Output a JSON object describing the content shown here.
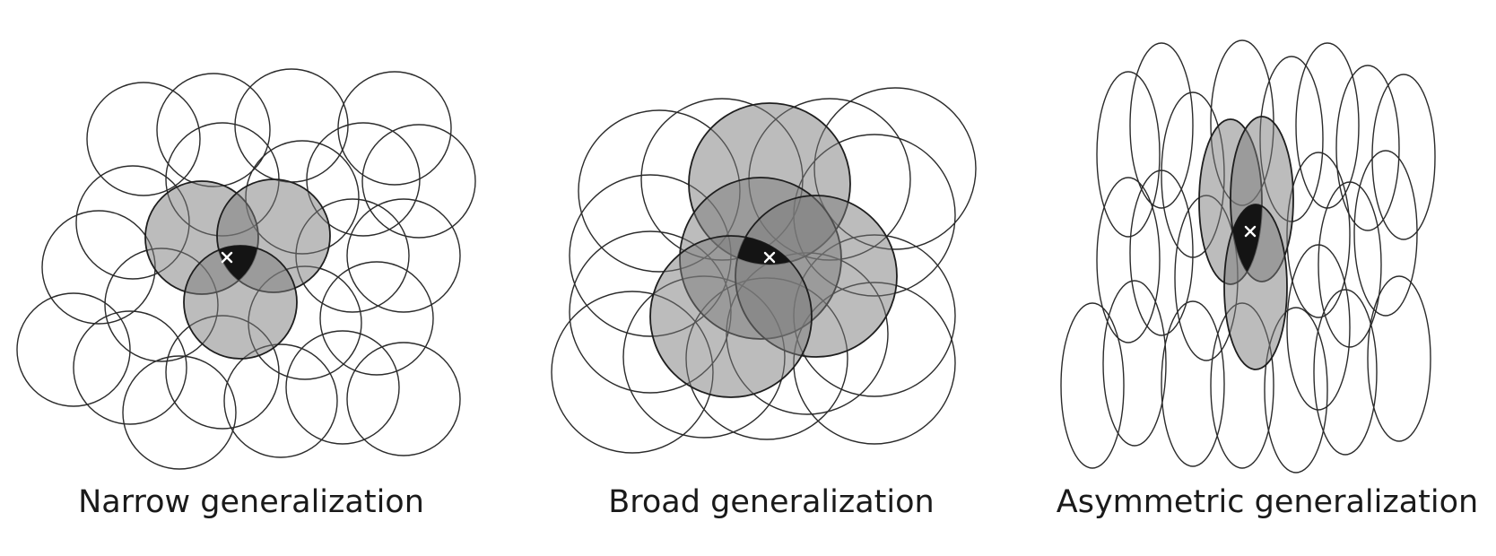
{
  "panels": [
    {
      "id": "narrow",
      "caption": "Narrow generalization"
    },
    {
      "id": "broad",
      "caption": "Broad generalization"
    },
    {
      "id": "asymmetric",
      "caption": "Asymmetric generalization"
    }
  ],
  "marker_symbol": "×",
  "colors": {
    "background": "#ffffff",
    "outline": "#2b2b2b",
    "active_fill": "#7a7a7a",
    "overlap_fill": "#141414",
    "marker": "#ffffff"
  }
}
